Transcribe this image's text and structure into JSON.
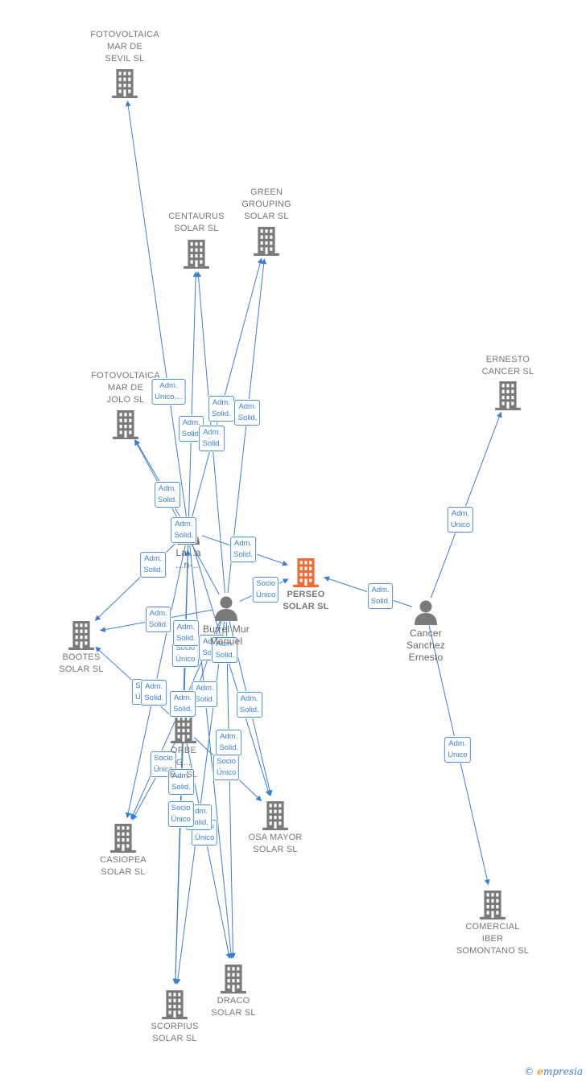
{
  "colors": {
    "company": "#7a7a7a",
    "focus": "#f06a35",
    "person": "#7a7a7a",
    "edge": "#3b7fcf"
  },
  "nodes": [
    {
      "id": "fotovoltaica-sevil",
      "kind": "company",
      "label": "FOTOVOLTAICA\nMAR DE\nSEVIL  SL",
      "icon": "building-icon"
    },
    {
      "id": "centaurus",
      "kind": "company",
      "label": "CENTAURUS\nSOLAR  SL",
      "icon": "building-icon"
    },
    {
      "id": "green-grouping",
      "kind": "company",
      "label": "GREEN\nGROUPING\nSOLAR  SL",
      "icon": "building-icon"
    },
    {
      "id": "ernesto-cancer",
      "kind": "company",
      "label": "ERNESTO\nCANCER SL",
      "icon": "building-icon"
    },
    {
      "id": "fotovoltaica-jolo",
      "kind": "company",
      "label": "FOTOVOLTAICA\nMAR DE\nJOLO  SL",
      "icon": "building-icon"
    },
    {
      "id": "person-la",
      "kind": "person",
      "label": "La...a\n...n-...",
      "icon": "person-icon"
    },
    {
      "id": "perseo",
      "kind": "focus",
      "label": "PERSEO\nSOLAR  SL",
      "icon": "building-icon"
    },
    {
      "id": "burrel",
      "kind": "person",
      "label": "Burrel Mur\nManuel",
      "icon": "person-icon"
    },
    {
      "id": "cancer-sanchez",
      "kind": "person",
      "label": "Cancer\nSanchez\nErnesto",
      "icon": "person-icon"
    },
    {
      "id": "bootes",
      "kind": "company",
      "label": "BOOTES\nSOLAR  SL",
      "icon": "building-icon"
    },
    {
      "id": "orbe",
      "kind": "company",
      "label": "ORBE\nG...\nE... SL",
      "icon": "building-icon"
    },
    {
      "id": "osa-mayor",
      "kind": "company",
      "label": "OSA MAYOR\nSOLAR  SL",
      "icon": "building-icon"
    },
    {
      "id": "casiopea",
      "kind": "company",
      "label": "CASIOPEA\nSOLAR  SL",
      "icon": "building-icon"
    },
    {
      "id": "comercial-iber",
      "kind": "company",
      "label": "COMERCIAL\nIBER\nSOMONTANO SL",
      "icon": "building-icon"
    },
    {
      "id": "draco",
      "kind": "company",
      "label": "DRACO\nSOLAR  SL",
      "icon": "building-icon"
    },
    {
      "id": "scorpius",
      "kind": "company",
      "label": "SCORPIUS\nSOLAR  SL",
      "icon": "building-icon"
    }
  ],
  "edges": [
    {
      "from": "person-la",
      "to": "fotovoltaica-sevil",
      "label": "Adm.\nUnico,..."
    },
    {
      "from": "person-la",
      "to": "centaurus",
      "label": "Adm.\nSolid."
    },
    {
      "from": "person-la",
      "to": "green-grouping",
      "label": "Adm.\nSolid."
    },
    {
      "from": "burrel",
      "to": "centaurus",
      "label": "Adm.\nSolid."
    },
    {
      "from": "burrel",
      "to": "green-grouping",
      "label": "Adm.\nSolid."
    },
    {
      "from": "person-la",
      "to": "fotovoltaica-jolo",
      "label": "Adm.\nSolid."
    },
    {
      "from": "orbe",
      "to": "person-la",
      "label": "Socio\nÚnico"
    },
    {
      "from": "burrel",
      "to": "fotovoltaica-jolo",
      "label": "Adm.\nSolid."
    },
    {
      "from": "person-la",
      "to": "perseo",
      "label": "Adm.\nSolid."
    },
    {
      "from": "burrel",
      "to": "perseo",
      "label": "Socio\nÚnico"
    },
    {
      "from": "person-la",
      "to": "bootes",
      "label": "Adm.\nSolid."
    },
    {
      "from": "cancer-sanchez",
      "to": "perseo",
      "label": "Adm.\nSolid."
    },
    {
      "from": "cancer-sanchez",
      "to": "ernesto-cancer",
      "label": "Adm.\nUnico"
    },
    {
      "from": "cancer-sanchez",
      "to": "comercial-iber",
      "label": "Adm.\nUnico"
    },
    {
      "from": "person-la",
      "to": "orbe",
      "label": "Adm.\nSolid."
    },
    {
      "from": "burrel",
      "to": "orbe",
      "label": "Adm.\nSolid."
    },
    {
      "from": "orbe",
      "to": "bootes",
      "label": "Socio\nÚnico"
    },
    {
      "from": "person-la",
      "to": "osa-mayor",
      "label": "Adm.\nSolid."
    },
    {
      "from": "burrel",
      "to": "osa-mayor",
      "label": "Adm.\nSolid."
    },
    {
      "from": "person-la",
      "to": "casiopea",
      "label": "Adm.\nSolid."
    },
    {
      "from": "orbe",
      "to": "casiopea",
      "label": "Socio\nÚnico"
    },
    {
      "from": "person-la",
      "to": "draco",
      "label": "Adm.\nSolid."
    },
    {
      "from": "orbe",
      "to": "draco",
      "label": "Socio\nÚnico"
    },
    {
      "from": "orbe",
      "to": "osa-mayor",
      "label": "Socio\nÚnico"
    },
    {
      "from": "burrel",
      "to": "scorpius",
      "label": "Adm.\nSolid."
    },
    {
      "from": "orbe",
      "to": "scorpius",
      "label": "Socio\nÚnico"
    },
    {
      "from": "burrel",
      "to": "draco",
      "label": "Adm.\nSolid."
    },
    {
      "from": "burrel",
      "to": "casiopea",
      "label": "Adm.\nSolid."
    },
    {
      "from": "burrel",
      "to": "bootes",
      "label": "Adm.\nSolid."
    },
    {
      "from": "person-la",
      "to": "scorpius",
      "label": "Adm.\nSolid."
    }
  ],
  "watermark": {
    "symbol": "©",
    "brand_initial": "e",
    "brand_rest": "mpresia"
  }
}
